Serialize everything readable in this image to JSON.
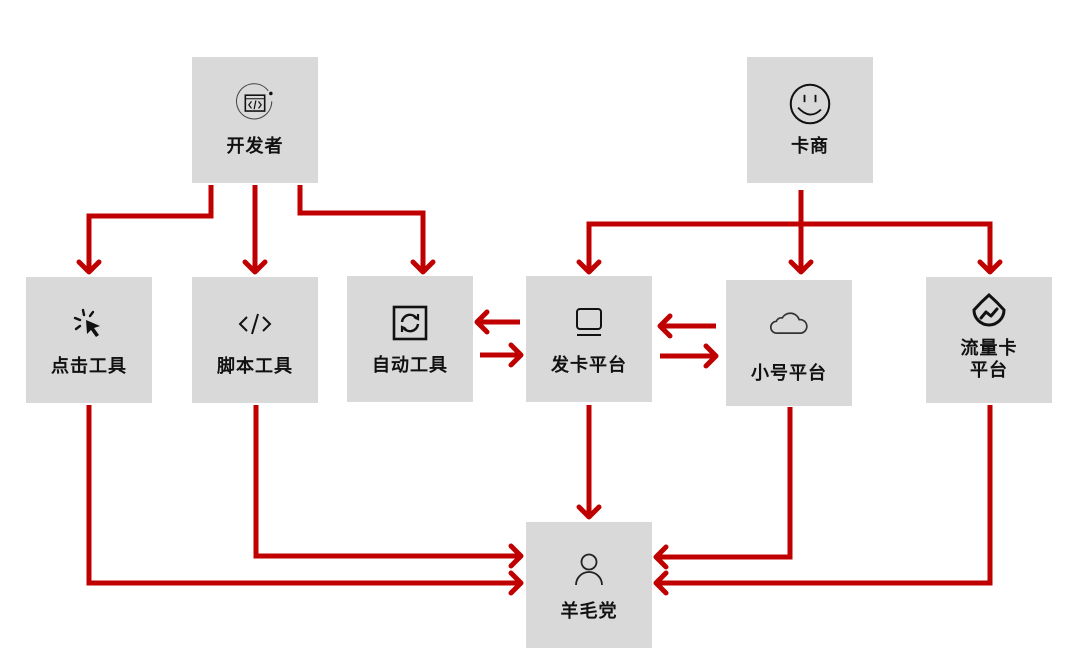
{
  "diagram": {
    "colors": {
      "edge": "#c00000",
      "node_fill": "#d9d9d9",
      "text": "#111111"
    },
    "nodes": {
      "developer": {
        "label": "开发者",
        "icon": "code-window-icon"
      },
      "card_merchant": {
        "label": "卡商",
        "icon": "smiley-face-icon"
      },
      "click_tool": {
        "label": "点击工具",
        "icon": "cursor-click-icon"
      },
      "script_tool": {
        "label": "脚本工具",
        "icon": "code-brackets-icon"
      },
      "auto_tool": {
        "label": "自动工具",
        "icon": "refresh-square-icon"
      },
      "card_platform": {
        "label": "发卡平台",
        "icon": "laptop-icon"
      },
      "account_platform": {
        "label": "小号平台",
        "icon": "cloud-icon"
      },
      "data_card_platform": {
        "label": "流量卡\n平台",
        "label_line1": "流量卡",
        "label_line2": "平台",
        "icon": "trend-drop-icon"
      },
      "wool_party": {
        "label": "羊毛党",
        "icon": "user-icon"
      }
    },
    "edges": [
      {
        "from": "开发者",
        "to": "点击工具"
      },
      {
        "from": "开发者",
        "to": "脚本工具"
      },
      {
        "from": "开发者",
        "to": "自动工具"
      },
      {
        "from": "卡商",
        "to": "发卡平台"
      },
      {
        "from": "卡商",
        "to": "小号平台"
      },
      {
        "from": "卡商",
        "to": "流量卡平台"
      },
      {
        "from": "发卡平台",
        "to": "自动工具"
      },
      {
        "from": "自动工具",
        "to": "发卡平台"
      },
      {
        "from": "小号平台",
        "to": "发卡平台"
      },
      {
        "from": "发卡平台",
        "to": "小号平台"
      },
      {
        "from": "发卡平台",
        "to": "羊毛党"
      },
      {
        "from": "点击工具",
        "to": "羊毛党"
      },
      {
        "from": "脚本工具",
        "to": "羊毛党"
      },
      {
        "from": "小号平台",
        "to": "羊毛党"
      },
      {
        "from": "流量卡平台",
        "to": "羊毛党"
      }
    ]
  }
}
